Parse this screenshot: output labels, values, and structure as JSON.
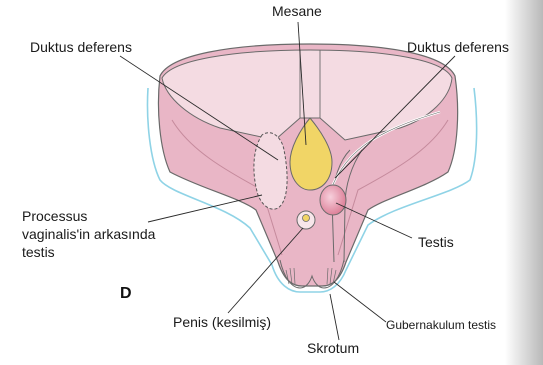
{
  "figure": {
    "panel_letter": "D",
    "labels": {
      "bladder": "Mesane",
      "ductus_left": "Duktus deferens",
      "ductus_right": "Duktus deferens",
      "processus_line1": "Processus",
      "processus_line2": "vaginalis'in arkasında",
      "processus_line3": "testis",
      "testis": "Testis",
      "penis": "Penis (kesilmiş)",
      "gubernaculum": "Gubernakulum testis",
      "scrotum": "Skrotum"
    },
    "colors": {
      "body_pink": "#e9b6c6",
      "body_light": "#f3d6de",
      "outline": "#6a6a6a",
      "blue_outline": "#8fd3e6",
      "bladder_yellow": "#f1d566",
      "testis_pink": "#e58da7",
      "page_edge": "#cfcfcf"
    }
  }
}
